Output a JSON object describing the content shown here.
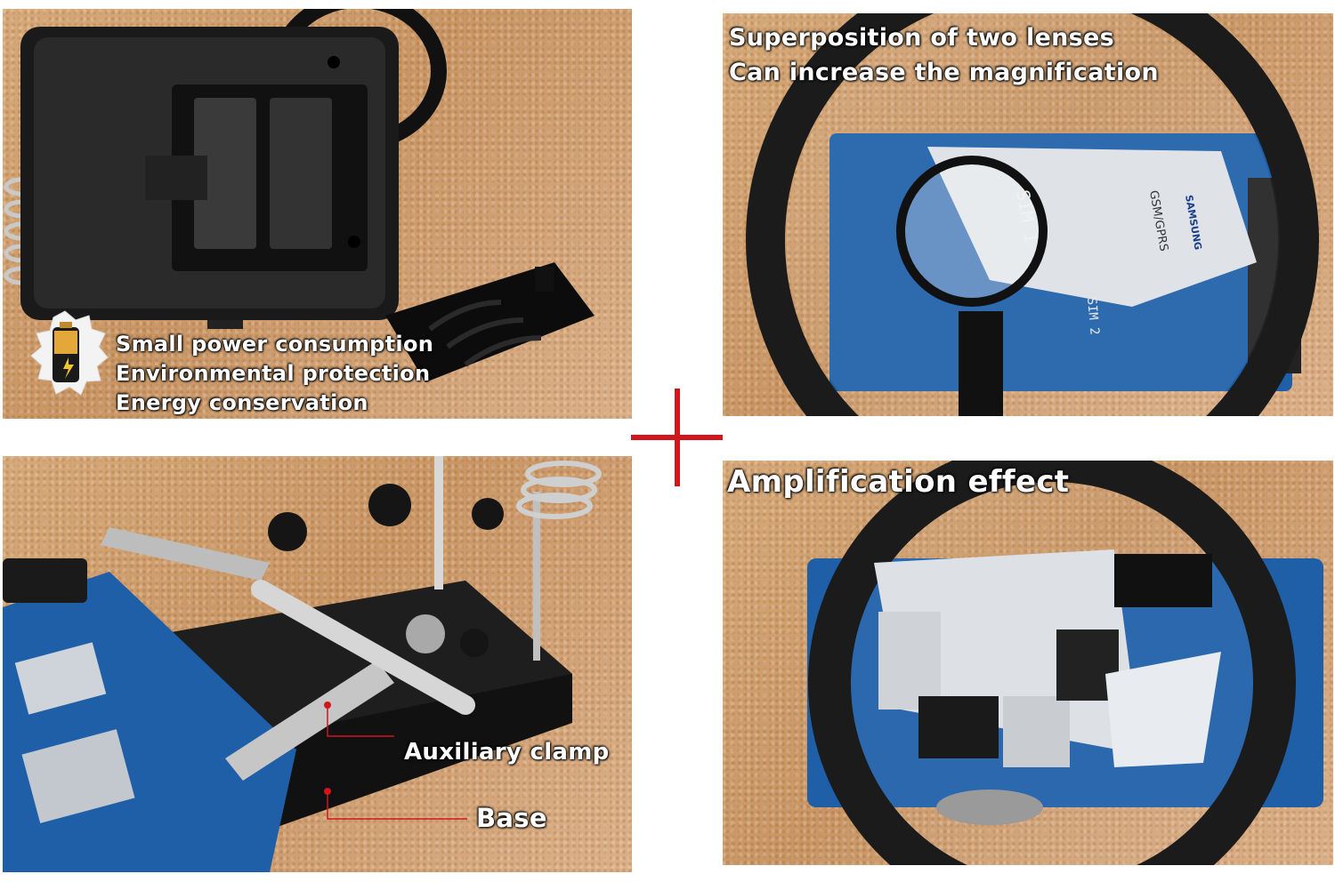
{
  "panels": {
    "top_left": {
      "captions": [
        "Small power consumption",
        "Environmental protection",
        "Energy conservation"
      ]
    },
    "top_right": {
      "captions": [
        "Superposition of two lenses",
        "Can increase the magnification"
      ],
      "pcb_labels": [
        "SIM 1",
        "SIM 2",
        "SAMSUNG",
        "GSM/GPRS"
      ]
    },
    "bottom_left": {
      "labels": {
        "clamp": "Auxiliary clamp",
        "base": "Base"
      }
    },
    "bottom_right": {
      "captions": [
        "Amplification effect"
      ]
    }
  },
  "colors": {
    "plus_sign": "#d0161c",
    "callout_line": "#d0161c",
    "caption_text": "#ffffff",
    "pcb_blue": "#1f5fa8"
  }
}
